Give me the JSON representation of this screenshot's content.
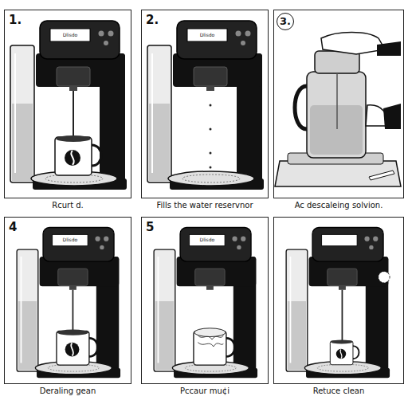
{
  "diagram": {
    "nodes": [
      {
        "text": [
          "1.",
          "Rcurt d."
        ]
      },
      {
        "text": [
          "2.",
          "Fills the water reservnor"
        ]
      },
      {
        "text": [
          "3.",
          "Ac descaleing solvion."
        ]
      },
      {
        "text": [
          "4",
          "Deraling gean"
        ]
      },
      {
        "text": [
          "5",
          "Pccaur mu¢i"
        ]
      },
      {
        "text": [
          "Retuce clean"
        ]
      }
    ],
    "labels": [
      "Dlisdo",
      "Dlisdo",
      "Dlisdo",
      "Dlisdo"
    ]
  }
}
